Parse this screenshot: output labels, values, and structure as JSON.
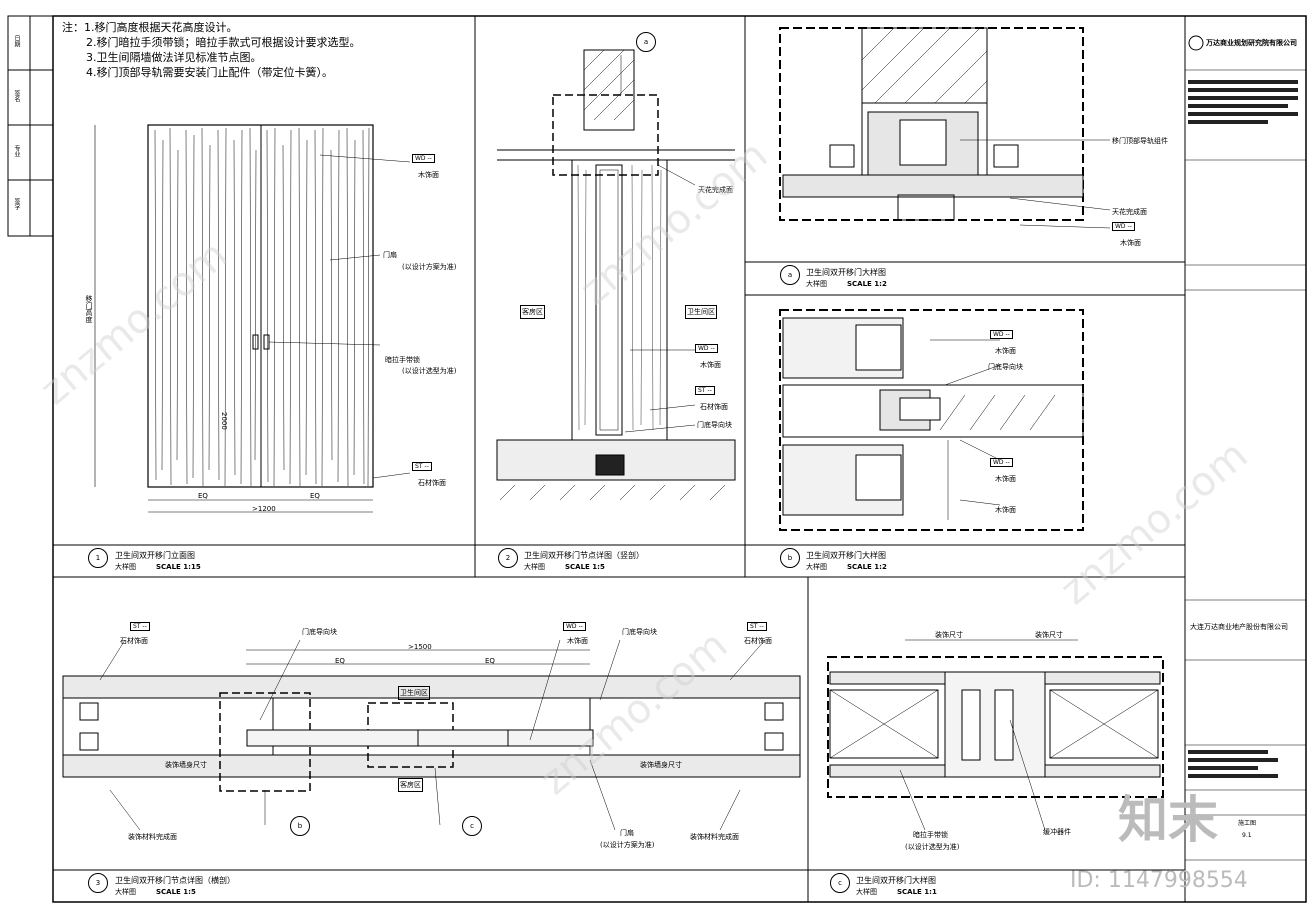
{
  "notes": [
    "注：1.移门高度根据天花高度设计。",
    "2.移门暗拉手须带锁；暗拉手款式可根据设计要求选型。",
    "3.卫生间隔墙做法详见标准节点图。",
    "4.移门顶部导轨需要安装门止配件（带定位卡簧）。"
  ],
  "panels": [
    {
      "num": "1",
      "title": "卫生间双开移门立面图",
      "sub": "大样图",
      "scale": "SCALE 1:15"
    },
    {
      "num": "2",
      "title": "卫生间双开移门节点详图（竖剖）",
      "sub": "大样图",
      "scale": "SCALE 1:5"
    },
    {
      "num": "a",
      "title": "卫生间双开移门大样图",
      "sub": "大样图",
      "scale": "SCALE 1:2"
    },
    {
      "num": "b",
      "title": "卫生间双开移门大样图",
      "sub": "大样图",
      "scale": "SCALE 1:2"
    },
    {
      "num": "3",
      "title": "卫生间双开移门节点详图（横剖）",
      "sub": "大样图",
      "scale": "SCALE 1:5"
    },
    {
      "num": "c",
      "title": "卫生间双开移门大样图",
      "sub": "大样图",
      "scale": "SCALE 1:1"
    }
  ],
  "labels": {
    "p1_wood": "木饰面",
    "p1_door": "门扇",
    "p1_door_note": "(以设计方案为准)",
    "p1_handle": "暗拉手带锁",
    "p1_handle_note": "(以设计选型为准)",
    "p1_stone": "石材饰面",
    "p1_dim1": "EQ",
    "p1_dim2": "EQ",
    "p1_total": ">1200",
    "p1_height": "2000",
    "p1_left_dim": "移门高度",
    "p2_ceiling": "天花完成面",
    "p2_left": "客房区",
    "p2_right": "卫生间区",
    "p2_wood": "木饰面",
    "p2_stone": "石材饰面",
    "p2_guide": "门底导向块",
    "pa_rail": "移门顶部导轨组件",
    "pa_ceiling": "天花完成面",
    "pa_wood": "木饰面",
    "pb_wood1": "木饰面",
    "pb_guide": "门底导向块",
    "pb_wood2": "木饰面",
    "pb_wood3": "木饰面",
    "p3_stone_l": "石材饰面",
    "p3_guide_l": "门底导向块",
    "p3_wood": "木饰面",
    "p3_guide_r": "门底导向块",
    "p3_stone_r": "石材饰面",
    "p3_bath": "卫生间区",
    "p3_guest": "客房区",
    "p3_total": ">1500",
    "p3_eq1": "EQ",
    "p3_eq2": "EQ",
    "p3_finish_l": "装饰材料完成面",
    "p3_finish_r": "装饰材料完成面",
    "p3_door": "门扇",
    "p3_door_note": "(以设计方案为准)",
    "p3_wall_l": "装饰墙身尺寸",
    "p3_wall_r": "装饰墙身尺寸",
    "pc_dim_l": "装饰尺寸",
    "pc_dim_r": "装饰尺寸",
    "pc_handle": "暗拉手带锁",
    "pc_handle_note": "(以设计选型为准)",
    "pc_stone": "缓冲器件"
  },
  "tags": {
    "wd": "WD",
    "st": "ST",
    "dash": "--"
  },
  "callouts": {
    "top_a": "a",
    "b": "b",
    "c": "c"
  },
  "title_block": {
    "company": "万达商业规划研究院有限公司",
    "client": "大连万达商业地产股份有限公司",
    "sheet_no": "9.1",
    "sheet_label": "施工图"
  },
  "left_strip": [
    "日期",
    "签名",
    "专业",
    "签字"
  ],
  "watermark": "znzmo.com",
  "logo": "知末",
  "id_text": "ID: 1147998554"
}
